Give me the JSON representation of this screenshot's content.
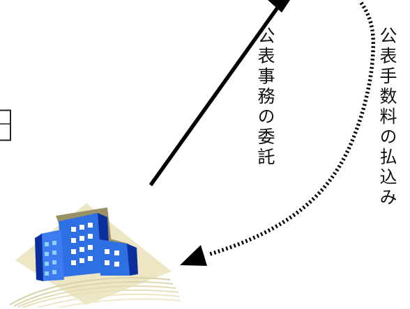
{
  "labels": {
    "entrust": "公表事務の委託",
    "payment": "公表手数料の払込み"
  },
  "icons": {
    "office_building": "office-building-clipart"
  },
  "colors": {
    "arrow_solid": "#000000",
    "arrow_dotted": "#000000",
    "diamond_bg": "#e9e4bf",
    "building_main": "#2f6fe4",
    "building_dark": "#0b2f9c",
    "building_light": "#5fa8ff",
    "building_shadow": "#8d8660",
    "ground_lines": "#cfc79a"
  }
}
